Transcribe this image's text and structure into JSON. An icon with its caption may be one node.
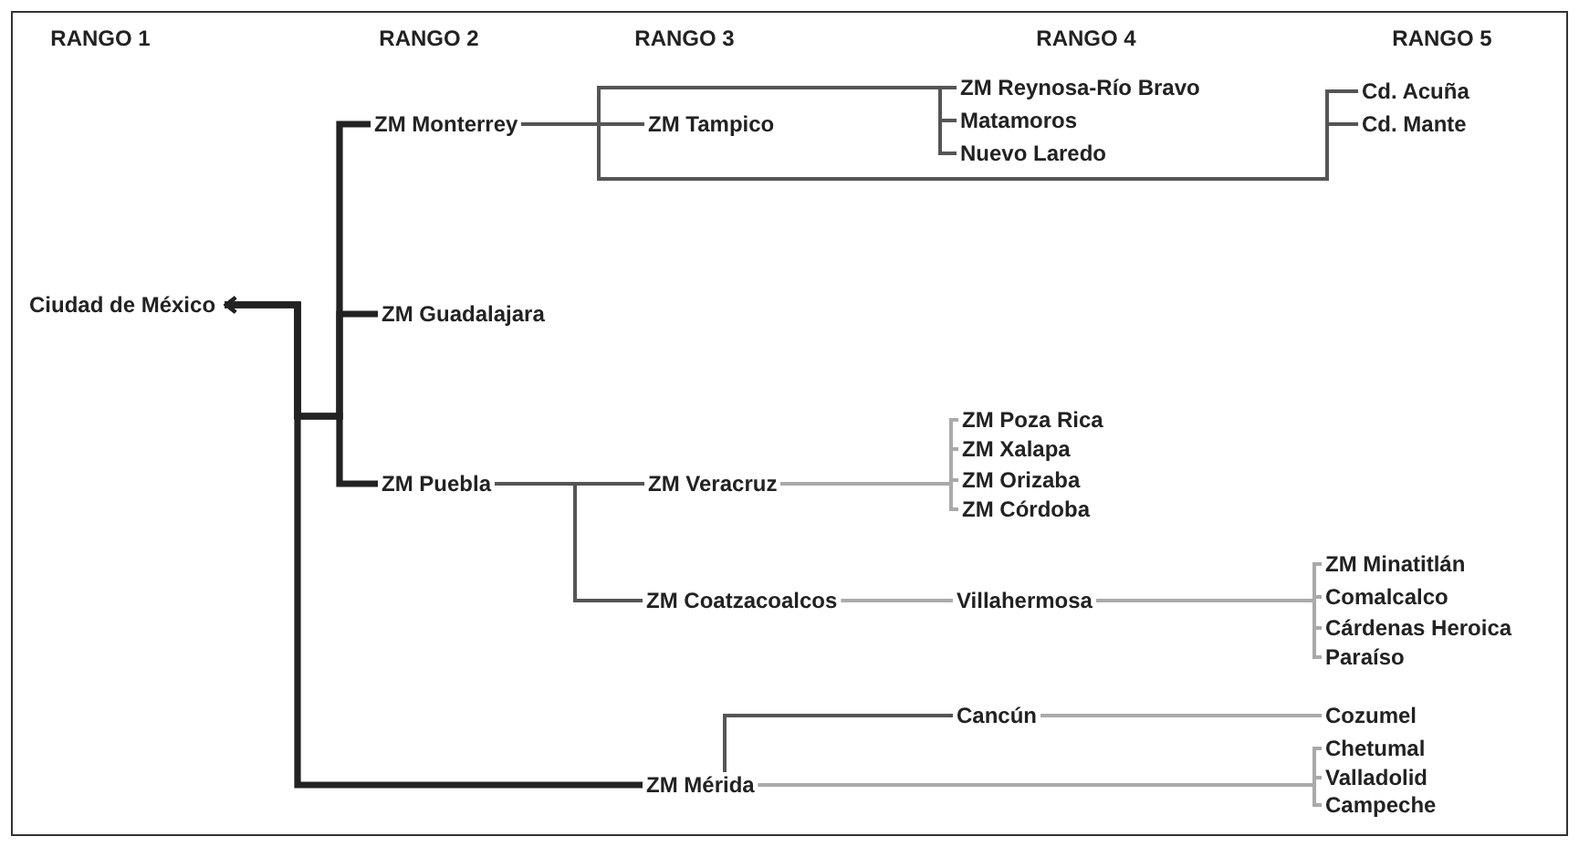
{
  "diagram": {
    "nodes": [
      {
        "text": [
          "Ciudad de México"
        ]
      },
      {
        "text": [
          "ZM Monterrey"
        ]
      },
      {
        "text": [
          "ZM Guadalajara"
        ]
      },
      {
        "text": [
          "ZM Puebla"
        ]
      },
      {
        "text": [
          "ZM Mérida"
        ]
      },
      {
        "text": [
          "ZM Tampico"
        ]
      },
      {
        "text": [
          "ZM Reynosa-Río Bravo"
        ]
      },
      {
        "text": [
          "Matamoros"
        ]
      },
      {
        "text": [
          "Nuevo Laredo"
        ]
      },
      {
        "text": [
          "Cd. Acuña"
        ]
      },
      {
        "text": [
          "Cd. Mante"
        ]
      },
      {
        "text": [
          "ZM Veracruz"
        ]
      },
      {
        "text": [
          "ZM Poza Rica"
        ]
      },
      {
        "text": [
          "ZM Xalapa"
        ]
      },
      {
        "text": [
          "ZM Orizaba"
        ]
      },
      {
        "text": [
          "ZM Córdoba"
        ]
      },
      {
        "text": [
          "ZM Coatzacoalcos"
        ]
      },
      {
        "text": [
          "Villahermosa"
        ]
      },
      {
        "text": [
          "ZM Minatitlán"
        ]
      },
      {
        "text": [
          "Comalcalco"
        ]
      },
      {
        "text": [
          "Cárdenas Heroica"
        ]
      },
      {
        "text": [
          "Paraíso"
        ]
      },
      {
        "text": [
          "Cancún"
        ]
      },
      {
        "text": [
          "Cozumel"
        ]
      },
      {
        "text": [
          "Chetumal"
        ]
      },
      {
        "text": [
          "Valladolid"
        ]
      },
      {
        "text": [
          "Campeche"
        ]
      }
    ],
    "edges": [
      {
        "from": 1,
        "to": 0,
        "arrow": "to",
        "style": "thick",
        "color": "#222222"
      },
      {
        "from": 2,
        "to": 0,
        "arrow": "to",
        "style": "thick",
        "color": "#222222"
      },
      {
        "from": 3,
        "to": 0,
        "arrow": "to",
        "style": "thick",
        "color": "#222222"
      },
      {
        "from": 4,
        "to": 0,
        "arrow": "to",
        "style": "thick",
        "color": "#222222"
      },
      {
        "from": 1,
        "to": 5,
        "arrow": "none",
        "color": "#555555"
      },
      {
        "from": 1,
        "to": 6,
        "arrow": "none",
        "color": "#555555"
      },
      {
        "from": 1,
        "to": 7,
        "arrow": "none",
        "color": "#555555"
      },
      {
        "from": 1,
        "to": 8,
        "arrow": "none",
        "color": "#555555"
      },
      {
        "from": 1,
        "to": 9,
        "arrow": "none",
        "color": "#555555"
      },
      {
        "from": 1,
        "to": 10,
        "arrow": "none",
        "color": "#555555"
      },
      {
        "from": 3,
        "to": 11,
        "arrow": "none",
        "color": "#555555"
      },
      {
        "from": 3,
        "to": 16,
        "arrow": "none",
        "color": "#555555"
      },
      {
        "from": 11,
        "to": 12,
        "arrow": "none"
      },
      {
        "from": 11,
        "to": 13,
        "arrow": "none"
      },
      {
        "from": 11,
        "to": 14,
        "arrow": "none"
      },
      {
        "from": 11,
        "to": 15,
        "arrow": "none"
      },
      {
        "from": 16,
        "to": 17,
        "arrow": "none"
      },
      {
        "from": 17,
        "to": 18,
        "arrow": "none"
      },
      {
        "from": 17,
        "to": 19,
        "arrow": "none"
      },
      {
        "from": 17,
        "to": 20,
        "arrow": "none"
      },
      {
        "from": 17,
        "to": 21,
        "arrow": "none"
      },
      {
        "from": 4,
        "to": 22,
        "arrow": "none",
        "color": "#555555"
      },
      {
        "from": 22,
        "to": 23,
        "arrow": "none"
      },
      {
        "from": 4,
        "to": 24,
        "arrow": "none"
      },
      {
        "from": 4,
        "to": 25,
        "arrow": "none"
      },
      {
        "from": 4,
        "to": 26,
        "arrow": "none"
      }
    ],
    "labels": [
      "RANGO 1",
      "RANGO 2",
      "RANGO 3",
      "RANGO 4",
      "RANGO 5"
    ]
  }
}
